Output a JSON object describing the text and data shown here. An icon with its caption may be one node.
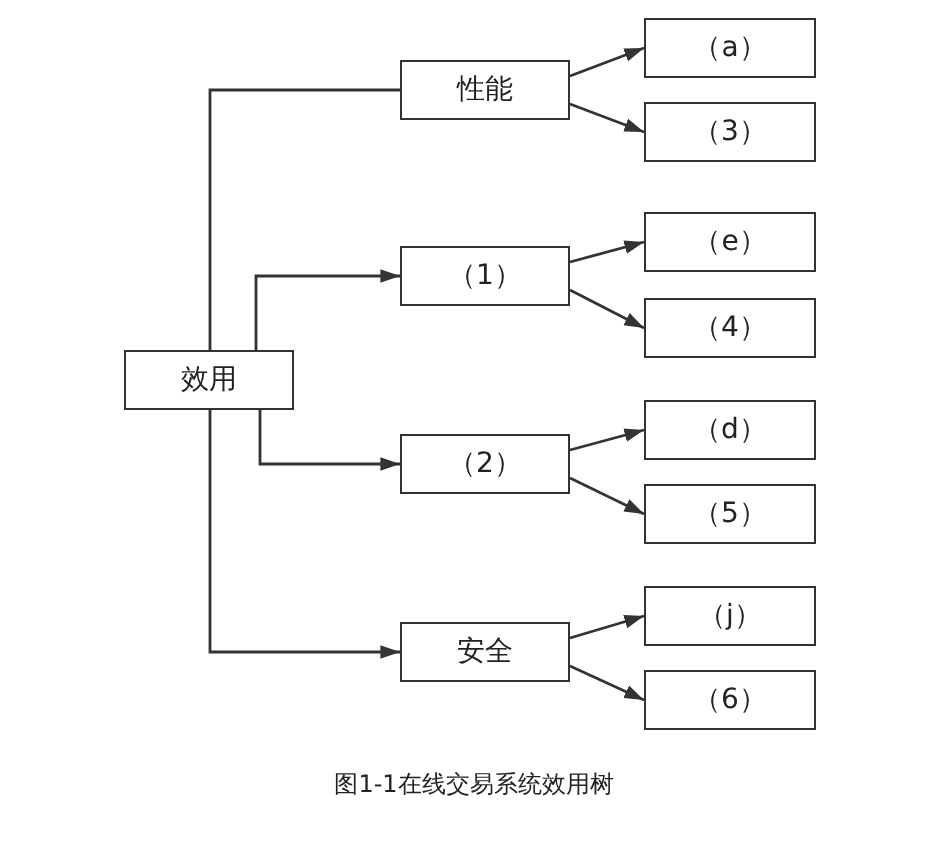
{
  "diagram": {
    "caption": "图1-1在线交易系统效用树",
    "nodes": [
      {
        "text": [
          "效用"
        ]
      },
      {
        "text": [
          "性能"
        ]
      },
      {
        "text": [
          "（a）"
        ]
      },
      {
        "text": [
          "（3）"
        ]
      },
      {
        "text": [
          "（1）"
        ]
      },
      {
        "text": [
          "（e）"
        ]
      },
      {
        "text": [
          "（4）"
        ]
      },
      {
        "text": [
          "（2）"
        ]
      },
      {
        "text": [
          "（d）"
        ]
      },
      {
        "text": [
          "（5）"
        ]
      },
      {
        "text": [
          "安全"
        ]
      },
      {
        "text": [
          "（j）"
        ]
      },
      {
        "text": [
          "（6）"
        ]
      }
    ],
    "edges": [
      {
        "from": 0,
        "to": 1,
        "arrow": "none"
      },
      {
        "from": 0,
        "to": 4,
        "arrow": "to"
      },
      {
        "from": 0,
        "to": 7,
        "arrow": "to"
      },
      {
        "from": 0,
        "to": 10,
        "arrow": "to"
      },
      {
        "from": 1,
        "to": 2,
        "arrow": "to"
      },
      {
        "from": 1,
        "to": 3,
        "arrow": "to"
      },
      {
        "from": 4,
        "to": 5,
        "arrow": "to"
      },
      {
        "from": 4,
        "to": 6,
        "arrow": "to"
      },
      {
        "from": 7,
        "to": 8,
        "arrow": "to"
      },
      {
        "from": 7,
        "to": 9,
        "arrow": "to"
      },
      {
        "from": 10,
        "to": 11,
        "arrow": "to"
      },
      {
        "from": 10,
        "to": 12,
        "arrow": "to"
      }
    ]
  }
}
